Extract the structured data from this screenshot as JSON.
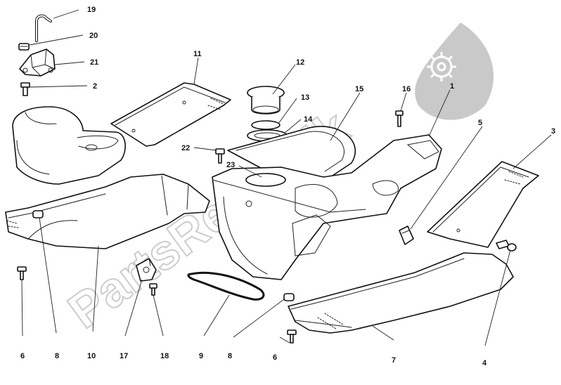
{
  "watermark": {
    "text": "PartsRepublik"
  },
  "callouts": [
    {
      "id": "c19",
      "label": "19"
    },
    {
      "id": "c20",
      "label": "20"
    },
    {
      "id": "c21",
      "label": "21"
    },
    {
      "id": "c2",
      "label": "2"
    },
    {
      "id": "c11",
      "label": "11"
    },
    {
      "id": "c12",
      "label": "12"
    },
    {
      "id": "c13",
      "label": "13"
    },
    {
      "id": "c14",
      "label": "14"
    },
    {
      "id": "c15",
      "label": "15"
    },
    {
      "id": "c16",
      "label": "16"
    },
    {
      "id": "c1",
      "label": "1"
    },
    {
      "id": "c5",
      "label": "5"
    },
    {
      "id": "c3",
      "label": "3"
    },
    {
      "id": "c22",
      "label": "22"
    },
    {
      "id": "c23",
      "label": "23"
    },
    {
      "id": "c6a",
      "label": "6"
    },
    {
      "id": "c8a",
      "label": "8"
    },
    {
      "id": "c10",
      "label": "10"
    },
    {
      "id": "c17",
      "label": "17"
    },
    {
      "id": "c18",
      "label": "18"
    },
    {
      "id": "c9",
      "label": "9"
    },
    {
      "id": "c8b",
      "label": "8"
    },
    {
      "id": "c6b",
      "label": "6"
    },
    {
      "id": "c7",
      "label": "7"
    },
    {
      "id": "c4",
      "label": "4"
    }
  ]
}
